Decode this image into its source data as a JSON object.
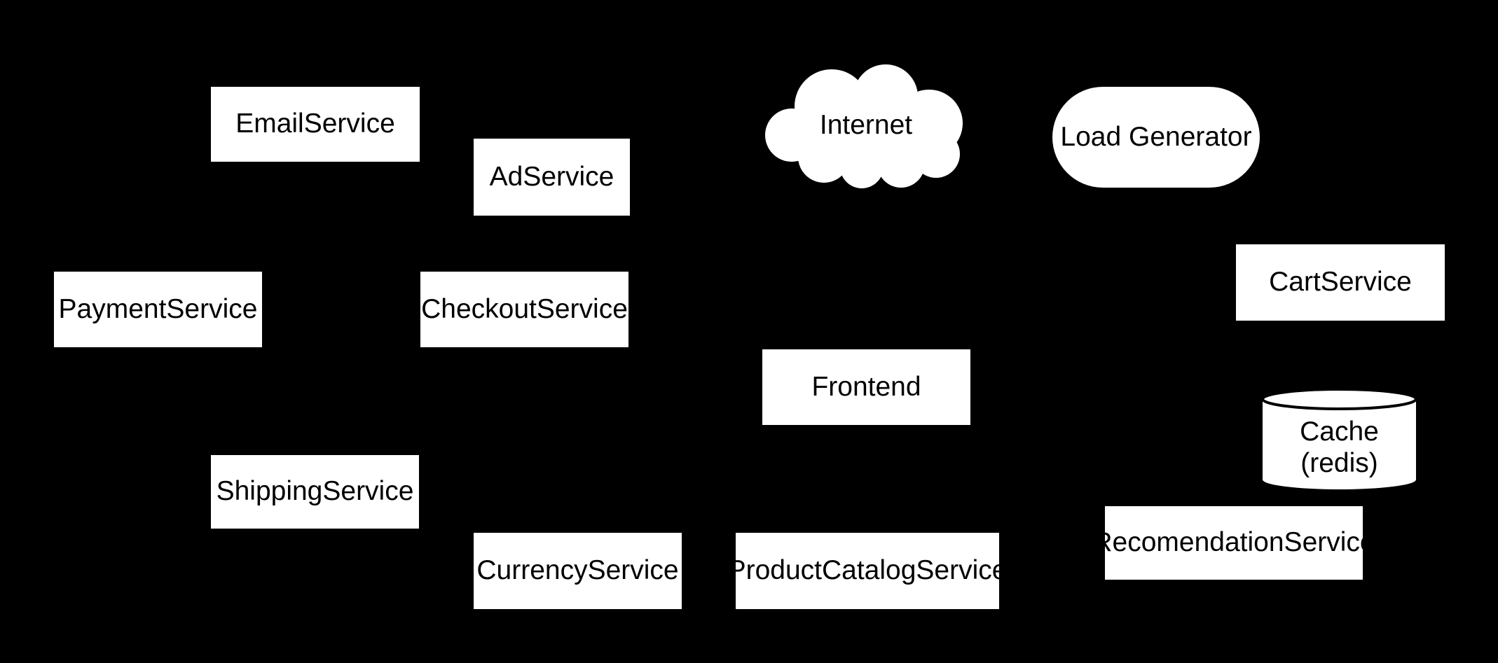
{
  "diagram": {
    "description": "Microservices architecture diagram on black background",
    "colors": {
      "background": "#000000",
      "node_fill": "#ffffff",
      "node_text": "#000000",
      "cylinder_outline": "#000000"
    },
    "nodes": [
      {
        "label": "EmailService",
        "shape": "rectangle"
      },
      {
        "label": "AdService",
        "shape": "rectangle"
      },
      {
        "label": "Internet",
        "shape": "cloud"
      },
      {
        "label": "Load Generator",
        "shape": "stadium"
      },
      {
        "label": "PaymentService",
        "shape": "rectangle"
      },
      {
        "label": "CheckoutService",
        "shape": "rectangle"
      },
      {
        "label": "CartService",
        "shape": "rectangle"
      },
      {
        "label": "Frontend",
        "shape": "rectangle"
      },
      {
        "label": "Cache (redis)",
        "lines": [
          "Cache",
          "(redis)"
        ],
        "shape": "cylinder"
      },
      {
        "label": "ShippingService",
        "shape": "rectangle"
      },
      {
        "label": "RecomendationService",
        "shape": "rectangle"
      },
      {
        "label": "CurrencyService",
        "shape": "rectangle"
      },
      {
        "label": "ProductCatalogService",
        "shape": "rectangle"
      }
    ]
  }
}
